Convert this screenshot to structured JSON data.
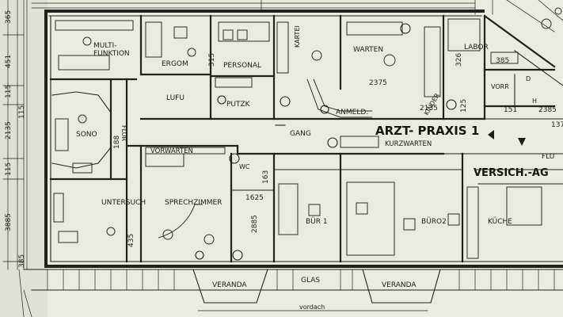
{
  "title": "ARZT- PRAXIS 1",
  "rooms": {
    "multifunktion": "MULTI-\nFUNKTION",
    "ergom": "ERGOM",
    "personal": "PERSONAL",
    "kartei": "KARTEI",
    "warten": "WARTEN",
    "labor": "LABOR",
    "lufu": "LUFU",
    "putzk": "PUTZK",
    "anmeld": "ANMELD.",
    "kinder": "KINDER",
    "vorr": "VORR",
    "d": "D",
    "h": "H",
    "sono": "SONO",
    "flur": "FLUR",
    "gang": "GANG",
    "kurzwarten": "KURZWARTEN",
    "vorwarten": "VORWARTEN",
    "wc": "WC",
    "untersuch": "UNTERSUCH",
    "sprechzimmer": "SPRECHZIMMER",
    "buero1": "BÜR 1",
    "buero2": "BÜRO2",
    "kueche": "KÜCHE",
    "versich": "VERSICH.-AG",
    "flu": "FLU",
    "veranda1": "VERANDA",
    "glas": "GLAS",
    "veranda2": "VERANDA",
    "vordach": "vordach"
  },
  "dimensions": {
    "d365": "365",
    "d451": "451",
    "d115": "115",
    "d2135_left": "2135",
    "d115b": "115",
    "d3885": "3885",
    "d385_left": "385",
    "d315": "315",
    "d2375": "2375",
    "d326": "326",
    "d385_labor": "385",
    "d2135_kinder": "2135",
    "d125": "125",
    "d151": "151",
    "d2385": "2385",
    "d137": "137",
    "d188": "188",
    "d163": "163",
    "d1625": "1625",
    "d2885": "2885",
    "d435": "435"
  }
}
